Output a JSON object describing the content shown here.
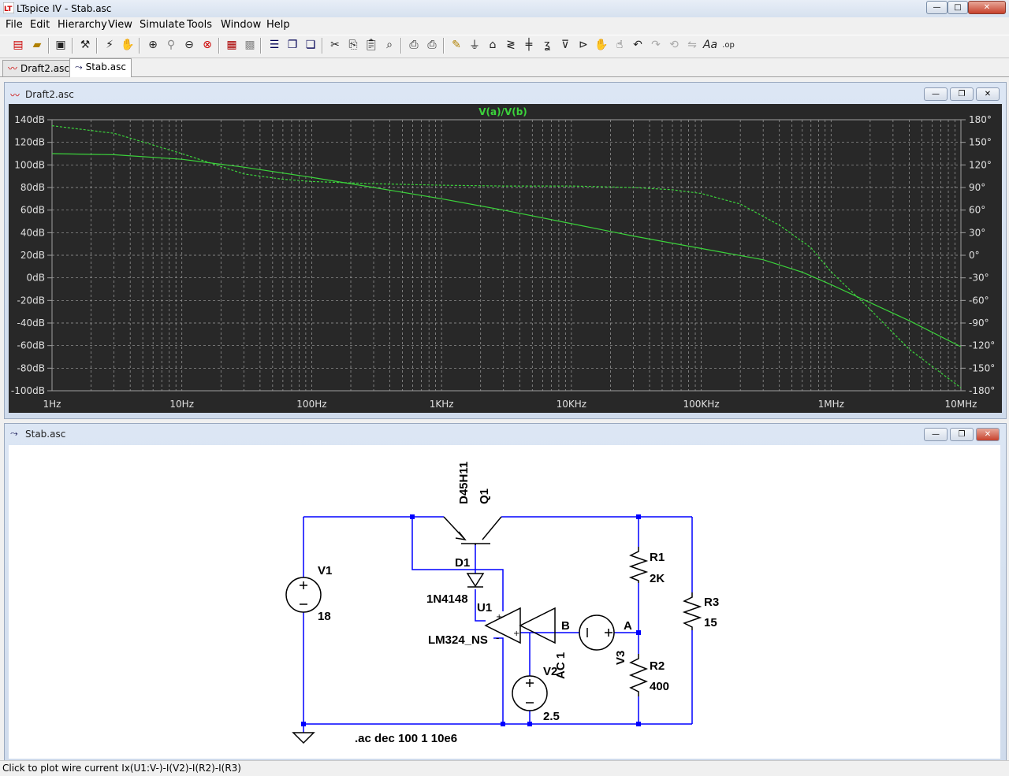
{
  "window": {
    "title": "LTspice IV - Stab.asc",
    "buttons": {
      "minimize": "—",
      "maximize": "□",
      "close": "✕"
    }
  },
  "menu": [
    "File",
    "Edit",
    "Hierarchy",
    "View",
    "Simulate",
    "Tools",
    "Window",
    "Help"
  ],
  "tabs": [
    {
      "label": "Draft2.asc",
      "icon": "waveform-icon",
      "active": false
    },
    {
      "label": "Stab.asc",
      "icon": "schematic-icon",
      "active": true
    }
  ],
  "plot_window": {
    "title": "Draft2.asc",
    "trace_label": "V(a)/V(b)",
    "colors": {
      "background": "#282828",
      "grid": "#a0a0a0",
      "trace": "#3bd23b",
      "axis_text": "#e0e0e0"
    }
  },
  "chart_data": {
    "type": "line",
    "title": "V(a)/V(b)",
    "x_scale": "log",
    "xlim": [
      1,
      10000000
    ],
    "x_ticks": [
      "1Hz",
      "10Hz",
      "100Hz",
      "1KHz",
      "10KHz",
      "100KHz",
      "1MHz",
      "10MHz"
    ],
    "y_left_ticks": [
      "140dB",
      "120dB",
      "100dB",
      "80dB",
      "60dB",
      "40dB",
      "20dB",
      "0dB",
      "-20dB",
      "-40dB",
      "-60dB",
      "-80dB",
      "-100dB"
    ],
    "y_right_ticks": [
      "180°",
      "150°",
      "120°",
      "90°",
      "60°",
      "30°",
      "0°",
      "-30°",
      "-60°",
      "-90°",
      "-120°",
      "-150°",
      "-180°"
    ],
    "ylim_left": [
      -100,
      140
    ],
    "ylim_right": [
      -180,
      180
    ],
    "grid": true,
    "series": [
      {
        "name": "magnitude",
        "axis": "left",
        "style": "solid",
        "x": [
          1,
          3,
          10,
          30,
          100,
          300,
          1000,
          3000,
          10000,
          30000,
          100000,
          300000,
          600000,
          1000000,
          2000000,
          4000000,
          10000000
        ],
        "y": [
          110,
          109,
          105,
          98,
          89,
          80,
          70,
          60,
          48,
          37,
          26,
          16,
          5,
          -6,
          -22,
          -38,
          -61
        ]
      },
      {
        "name": "phase",
        "axis": "right",
        "style": "dashed",
        "x": [
          1,
          3,
          10,
          20,
          30,
          60,
          100,
          300,
          1000,
          3000,
          10000,
          30000,
          60000,
          100000,
          200000,
          400000,
          700000,
          1000000,
          2000000,
          4000000,
          10000000
        ],
        "y": [
          172,
          162,
          135,
          118,
          108,
          101,
          98,
          95,
          93,
          92,
          92,
          90,
          87,
          82,
          68,
          40,
          10,
          -22,
          -72,
          -125,
          -176
        ]
      }
    ]
  },
  "schematic_window": {
    "title": "Stab.asc",
    "labels": {
      "q1_model": "D45H11",
      "q1_name": "Q1",
      "v1_name": "V1",
      "v1_value": "18",
      "d1_name": "D1",
      "d1_model": "1N4148",
      "u1_name": "U1",
      "u1_model": "LM324_NS",
      "r1_name": "R1",
      "r1_value": "2K",
      "r2_name": "R2",
      "r2_value": "400",
      "r3_name": "R3",
      "r3_value": "15",
      "v3_name": "V3",
      "v3_value": "AC 1",
      "vref_name": "V2",
      "vref_value": "2.5",
      "node_a": "A",
      "node_b": "B",
      "directive": ".ac dec 100 1 10e6",
      "opamp_plus": "+",
      "opamp_minus": "-"
    }
  },
  "status": "Click to plot wire current Ix(U1:V-)-I(V2)-I(R2)-I(R3)"
}
